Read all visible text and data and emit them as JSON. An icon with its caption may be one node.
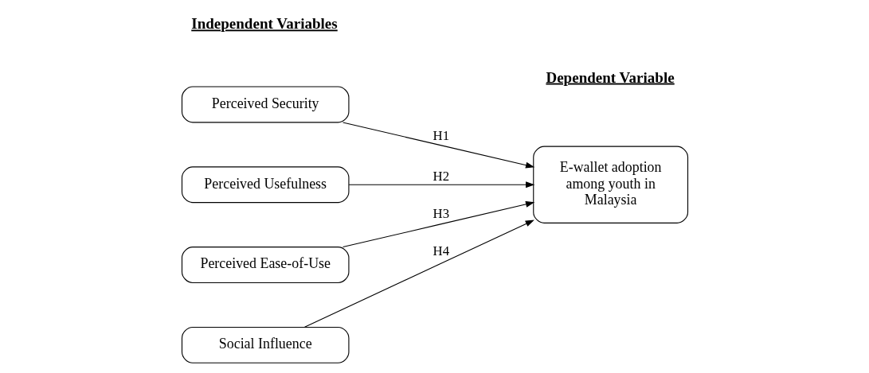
{
  "diagram": {
    "nodes": [
      {
        "text": [
          "Perceived Security"
        ]
      },
      {
        "text": [
          "Perceived Usefulness"
        ]
      },
      {
        "text": [
          "Perceived Ease-of-Use"
        ]
      },
      {
        "text": [
          "Social Influence"
        ]
      },
      {
        "text": [
          "E-wallet adoption among youth in Malaysia"
        ]
      }
    ],
    "edges": [
      {
        "from": 0,
        "to": 4,
        "arrow": "to",
        "label": "H1"
      },
      {
        "from": 1,
        "to": 4,
        "arrow": "to",
        "label": "H2"
      },
      {
        "from": 2,
        "to": 4,
        "arrow": "to",
        "label": "H3"
      },
      {
        "from": 3,
        "to": 4,
        "arrow": "to",
        "label": "H4"
      }
    ],
    "labels": [
      "Independent Variables",
      "Dependent Variable"
    ]
  }
}
